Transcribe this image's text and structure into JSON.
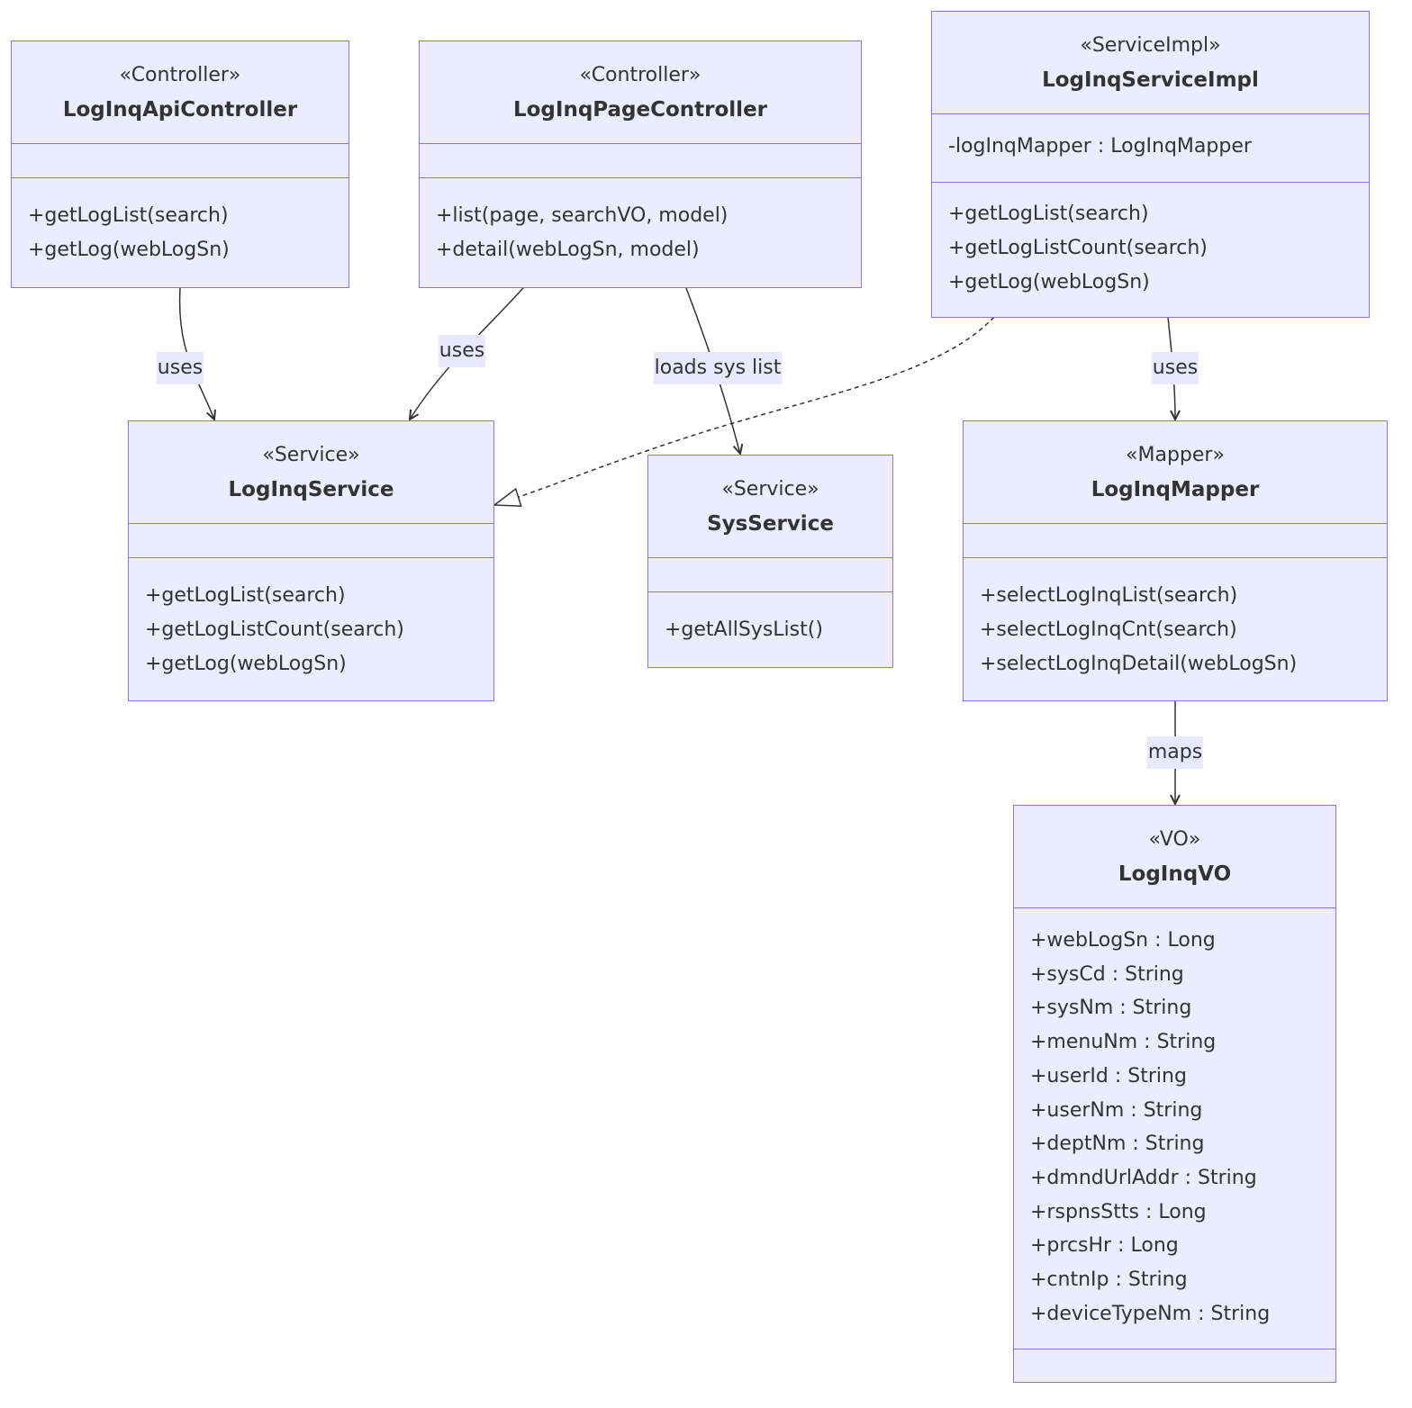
{
  "classes": {
    "api_controller": {
      "stereotype": "«Controller»",
      "name": "LogInqApiController",
      "attributes": [],
      "methods": [
        "+getLogList(search)",
        "+getLog(webLogSn)"
      ]
    },
    "page_controller": {
      "stereotype": "«Controller»",
      "name": "LogInqPageController",
      "attributes": [],
      "methods": [
        "+list(page, searchVO, model)",
        "+detail(webLogSn, model)"
      ]
    },
    "service_impl": {
      "stereotype": "«ServiceImpl»",
      "name": "LogInqServiceImpl",
      "attributes": [
        "-logInqMapper : LogInqMapper"
      ],
      "methods": [
        "+getLogList(search)",
        "+getLogListCount(search)",
        "+getLog(webLogSn)"
      ]
    },
    "log_service": {
      "stereotype": "«Service»",
      "name": "LogInqService",
      "attributes": [],
      "methods": [
        "+getLogList(search)",
        "+getLogListCount(search)",
        "+getLog(webLogSn)"
      ]
    },
    "sys_service": {
      "stereotype": "«Service»",
      "name": "SysService",
      "attributes": [],
      "methods": [
        "+getAllSysList()"
      ]
    },
    "mapper": {
      "stereotype": "«Mapper»",
      "name": "LogInqMapper",
      "attributes": [],
      "methods": [
        "+selectLogInqList(search)",
        "+selectLogInqCnt(search)",
        "+selectLogInqDetail(webLogSn)"
      ]
    },
    "vo": {
      "stereotype": "«VO»",
      "name": "LogInqVO",
      "attributes": [
        "+webLogSn : Long",
        "+sysCd : String",
        "+sysNm : String",
        "+menuNm : String",
        "+userId : String",
        "+userNm : String",
        "+deptNm : String",
        "+dmndUrlAddr : String",
        "+rspnsStts : Long",
        "+prcsHr : Long",
        "+cntnIp : String",
        "+deviceTypeNm : String"
      ],
      "methods": []
    }
  },
  "relations": {
    "api_uses": {
      "from": "LogInqApiController",
      "to": "LogInqService",
      "label": "uses",
      "style": "association"
    },
    "page_uses": {
      "from": "LogInqPageController",
      "to": "LogInqService",
      "label": "uses",
      "style": "association"
    },
    "page_loads": {
      "from": "LogInqPageController",
      "to": "SysService",
      "label": "loads sys list",
      "style": "association"
    },
    "impl_realizes": {
      "from": "LogInqServiceImpl",
      "to": "LogInqService",
      "label": "",
      "style": "realization"
    },
    "impl_uses": {
      "from": "LogInqServiceImpl",
      "to": "LogInqMapper",
      "label": "uses",
      "style": "association"
    },
    "mapper_maps": {
      "from": "LogInqMapper",
      "to": "LogInqVO",
      "label": "maps",
      "style": "association"
    }
  },
  "colors": {
    "node_fill": "#ECECFF",
    "node_border": "#9370DB",
    "edge": "#333333",
    "label_bg": "#E8E8FF"
  }
}
